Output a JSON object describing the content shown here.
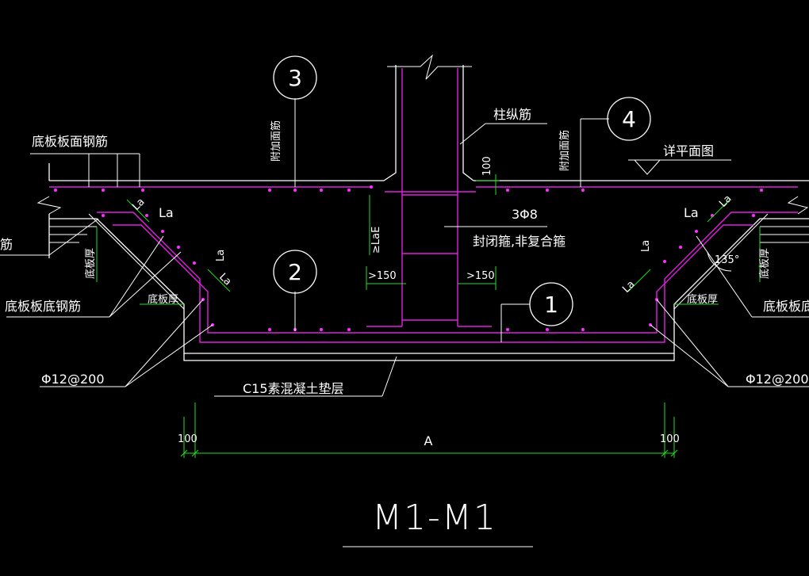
{
  "title": "M1-M1",
  "callouts": {
    "c1": "1",
    "c2": "2",
    "c3": "3",
    "c4": "4"
  },
  "labels": {
    "slab_top_rebar": "底板板面钢筋",
    "slab_bottom_rebar_left": "底板板底钢筋",
    "slab_bottom_rebar_right": "底板板底",
    "column_long_rebar": "柱纵筋",
    "additional_top_rebar_left": "附加面筋",
    "additional_top_rebar_right": "附加面筋",
    "see_plan": "详平面图",
    "stirrup_count": "3Φ8",
    "stirrup_desc": "封闭箍,非复合箍",
    "spacing_left": "Φ12@200",
    "spacing_right": "Φ12@200",
    "cushion": "C15素混凝土垫层",
    "slab_thick_left": "底板厚",
    "slab_thick_right": "底板厚",
    "slab_thick_left_v": "底板厚",
    "slab_thick_right_v": "底板厚",
    "anchorage_left": "≥LaE",
    "gt150_left": ">150",
    "gt150_right": ">150",
    "dim_100_top": "100",
    "dim_100_left": "100",
    "dim_100_right": "100",
    "dim_A": "A",
    "angle": "135°",
    "la_1": "La",
    "la_2": "La",
    "la_3": "La",
    "la_4": "La",
    "la_5": "La",
    "la_6": "La",
    "la_7": "La",
    "la_8": "La",
    "edge_cut": "筋"
  },
  "colors": {
    "background": "#000000",
    "concrete_lines": "#ffffff",
    "rebar": "#e020e0",
    "dimensions": "#20e020"
  }
}
